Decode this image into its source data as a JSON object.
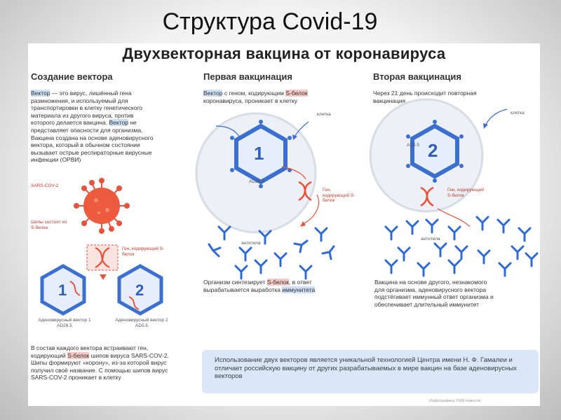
{
  "slide_title": "Структура Covid-19",
  "poster": {
    "title": "Двухвекторная вакцина от коронавируса",
    "col1": {
      "heading": "Создание вектора",
      "hl1": "Вектор",
      "text1": " — это вирус, лишённый гена размножения, и используемый для транспортировки в клетку генетического материала из другого вируса, против которого делается вакцина. ",
      "hl2": "Вектор",
      "text2": " не представляет опасности для организма. Вакцина создана на основе аденовирусного вектора, который в обычном состоянии вызывает острые респираторные вирусные инфекции (ОРВИ)",
      "sars_label": "SARS-COV-2",
      "spikes_label": "Шипы состоят из S-белка",
      "gene_label": "Ген, кодирующий S-белок",
      "vec1_num": "1",
      "vec2_num": "2",
      "vec1_label": "Аденовирусный вектор 1 AD26.5",
      "vec2_label": "Аденовирусный вектор 2 AD5.5",
      "bottom_pre": "В состав каждого вектора встраивают ген, кодирующий ",
      "bottom_hl": "S-белок",
      "bottom_post": " шипов вируса SARS-COV-2. Шипы формируют «корону», из-за которой вирус получил своё название. С помощью шипов вирус SARS-COV-2 проникает в клетку"
    },
    "col2": {
      "heading": "Первая вакцинация",
      "hl1": "Вектор",
      "text1": " с геном, кодирующим ",
      "hl2": "S-белок",
      "text2": " коронавируса, проникает в клетку",
      "cell_label": "клетка",
      "vec_num": "1",
      "vec_label": "AD26.5",
      "gene_label": "Ген, кодирующий S-белок",
      "antibody_label": "антитела",
      "bottom_pre": "Организм синтезирует ",
      "bottom_hl1": "S-белок",
      "bottom_mid": ", в ответ вырабатывается выработка ",
      "bottom_hl2": "иммунитета"
    },
    "col3": {
      "heading": "Вторая вакцинация",
      "text1": "Через 21 день происходит повторная вакцинация",
      "cell_label": "клетка",
      "vec_num": "2",
      "vec_label": "AD5.5",
      "gene_label": "Ген, кодирующий S-белок",
      "antibody_label": "антитела",
      "bottom": "Вакцина на основе другого, незнакомого для организма, аденовирусного вектора подстёгивает иммунный ответ организма и обеспечивает длительный иммунитет"
    },
    "banner": "Использование двух векторов является уникальной технологией Центра имени Н. Ф. Гамалеи и отличает российскую вакцину от других разрабатываемых в мире вакцин на базе аденовирусных векторов",
    "credit": "Инфографика: РИА Новости"
  }
}
